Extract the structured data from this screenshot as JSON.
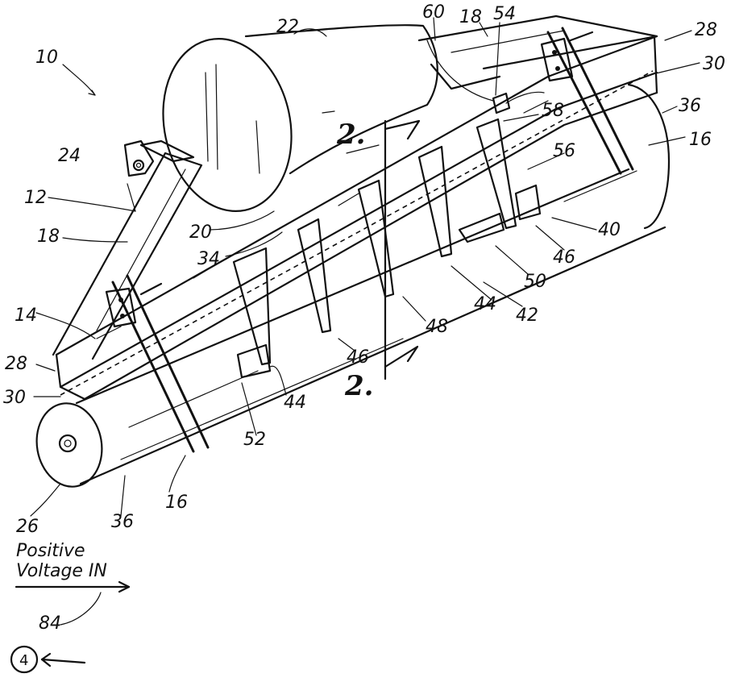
{
  "figure": {
    "ref_numerals": [
      "10",
      "12",
      "14",
      "16",
      "16",
      "18",
      "18",
      "20",
      "22",
      "24",
      "26",
      "28",
      "28",
      "30",
      "30",
      "34",
      "36",
      "36",
      "40",
      "42",
      "44",
      "44",
      "46",
      "46",
      "48",
      "50",
      "52",
      "54",
      "56",
      "58",
      "60",
      "84"
    ],
    "section_marks": [
      "2.",
      "2."
    ],
    "caption_lines": [
      "Positive",
      "Voltage IN"
    ],
    "sheet_number": "4"
  }
}
